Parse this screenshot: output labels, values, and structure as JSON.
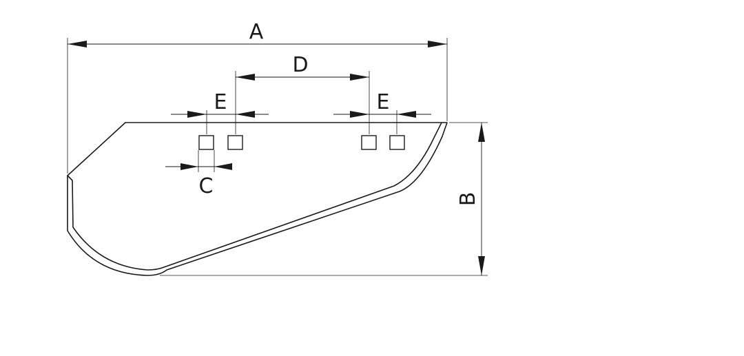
{
  "diagram": {
    "type": "technical-drawing",
    "dimension_labels": {
      "overall_length": "A",
      "height": "B",
      "hole_size": "C",
      "hole_spacing": "D",
      "hole_pitch_left": "E",
      "hole_pitch_right": "E"
    },
    "hole_count": 4,
    "line_color": "#1a1a1a",
    "background_color": "#ffffff"
  }
}
